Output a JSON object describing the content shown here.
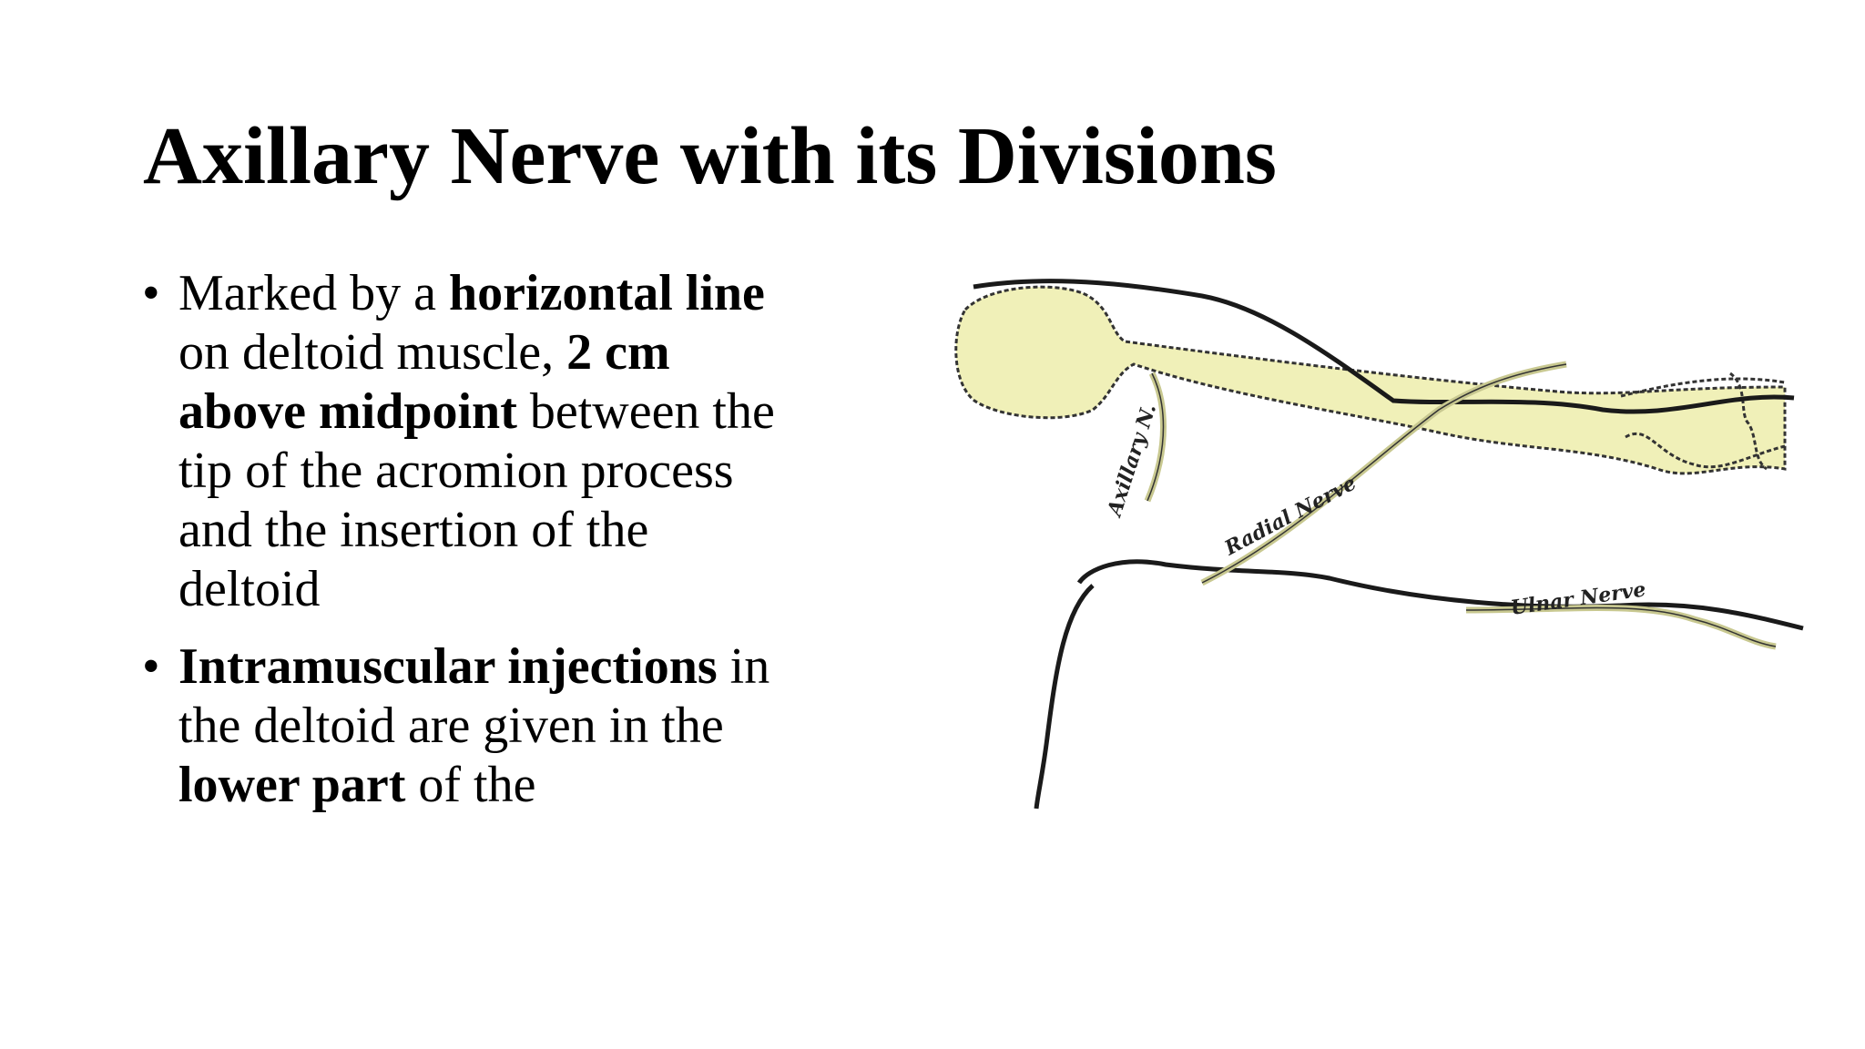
{
  "slide": {
    "title": "Axillary Nerve with its Divisions",
    "bullets": [
      {
        "runs": [
          {
            "text": "Marked by a ",
            "bold": false
          },
          {
            "text": "horizontal line",
            "bold": true
          },
          {
            "text": " on deltoid muscle, ",
            "bold": false
          },
          {
            "text": "2 cm above midpoint",
            "bold": true
          },
          {
            "text": " between the tip of the acromion process and the insertion of the deltoid",
            "bold": false
          }
        ]
      },
      {
        "runs": [
          {
            "text": "Intramuscular injections",
            "bold": true
          },
          {
            "text": " in the deltoid are given in the ",
            "bold": false
          },
          {
            "text": "lower part",
            "bold": true
          },
          {
            "text": " of the",
            "bold": false
          }
        ]
      }
    ],
    "bullet_symbol": "•"
  },
  "illustration": {
    "labels": {
      "axillary": "Axillary N.",
      "radial": "Radial Nerve",
      "ulnar": "Ulnar Nerve"
    },
    "colors": {
      "bone_fill": "#f0f0b8",
      "outline": "#1a1a1a",
      "nerve": "#c8c890"
    }
  }
}
